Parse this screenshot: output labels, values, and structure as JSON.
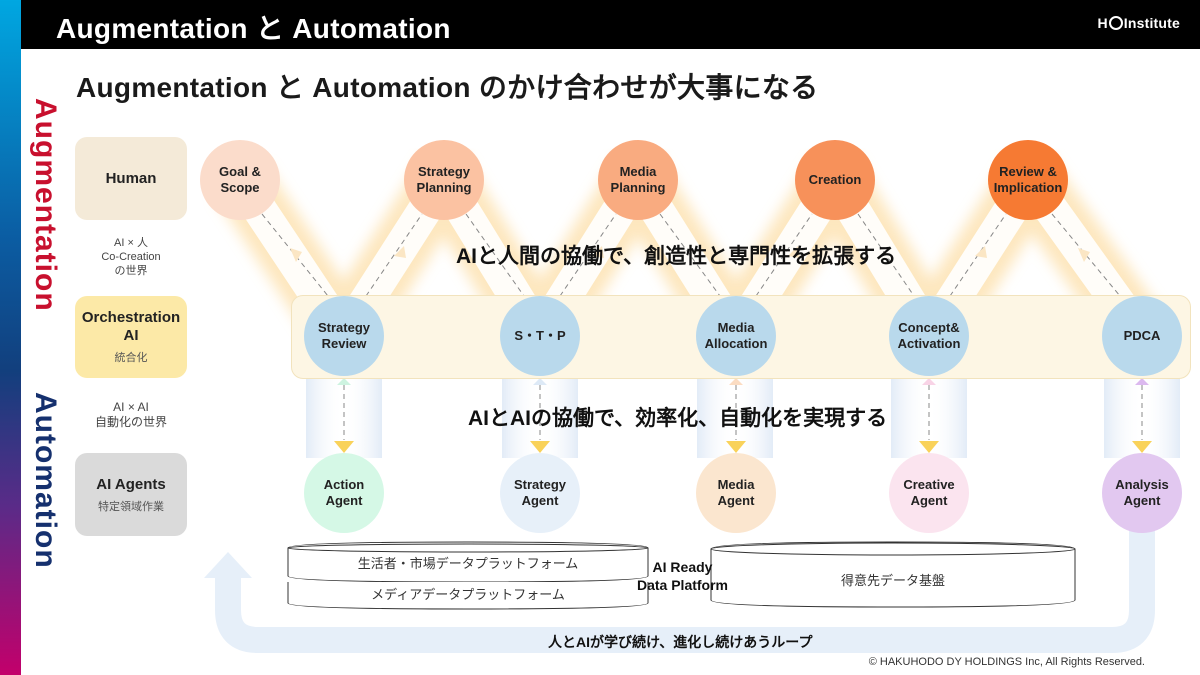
{
  "header": {
    "title": "Augmentation と Automation",
    "logo": {
      "prefix": "H",
      "suffix": "Institute",
      "icon": "ring-logo-icon"
    }
  },
  "headline": "Augmentation と Automation のかけ合わせが大事になる",
  "side_labels": {
    "augmentation": "Augmentation",
    "automation": "Automation"
  },
  "layers": {
    "human": {
      "title": "Human",
      "subtitle": ""
    },
    "co_creation": {
      "line1": "AI × 人",
      "line2": "Co-Creation",
      "line3": "の世界"
    },
    "orchestration": {
      "title_line1": "Orchestration",
      "title_line2": "AI",
      "subtitle": "統合化"
    },
    "automation_world": {
      "line1": "AI × AI",
      "line2": "自動化の世界"
    },
    "agents": {
      "title": "AI Agents",
      "subtitle": "特定領域作業"
    }
  },
  "human_steps": [
    {
      "line1": "Goal &",
      "line2": "Scope",
      "color": "#fbdccb"
    },
    {
      "line1": "Strategy",
      "line2": "Planning",
      "color": "#fbc2a2"
    },
    {
      "line1": "Media",
      "line2": "Planning",
      "color": "#f9ab80"
    },
    {
      "line1": "Creation",
      "line2": "",
      "color": "#f7915a"
    },
    {
      "line1": "Review &",
      "line2": "Implication",
      "color": "#f67a33"
    }
  ],
  "orchestration_steps": [
    {
      "line1": "Strategy",
      "line2": "Review"
    },
    {
      "line1": "S・T・P",
      "line2": ""
    },
    {
      "line1": "Media",
      "line2": "Allocation"
    },
    {
      "line1": "Concept&",
      "line2": "Activation"
    },
    {
      "line1": "PDCA",
      "line2": ""
    }
  ],
  "agents": [
    {
      "line1": "Action",
      "line2": "Agent",
      "color": "#d5f8e6"
    },
    {
      "line1": "Strategy",
      "line2": "Agent",
      "color": "#e7f0f9"
    },
    {
      "line1": "Media",
      "line2": "Agent",
      "color": "#fbe6cf"
    },
    {
      "line1": "Creative",
      "line2": "Agent",
      "color": "#fbe4ef"
    },
    {
      "line1": "Analysis",
      "line2": "Agent",
      "color": "#e2c8f0"
    }
  ],
  "phrases": {
    "augmentation": "AIと人間の協働で、創造性と専門性を拡張する",
    "automation": "AIとAIの協働で、効率化、自動化を実現する"
  },
  "data_platform": {
    "label_line1": "AI Ready",
    "label_line2": "Data Platform",
    "left_top": "生活者・市場データプラットフォーム",
    "left_bottom": "メディアデータプラットフォーム",
    "right": "得意先データ基盤"
  },
  "loop_text": "人とAIが学び続け、進化し続けあうループ",
  "copyright": "© HAKUHODO DY HOLDINGS  Inc, All  Rights  Reserved.",
  "colors": {
    "augmentation": "#c8102e",
    "automation": "#15306e",
    "orchestration_node": "#b9d9ec",
    "arrow_down": "#f9d25a"
  }
}
